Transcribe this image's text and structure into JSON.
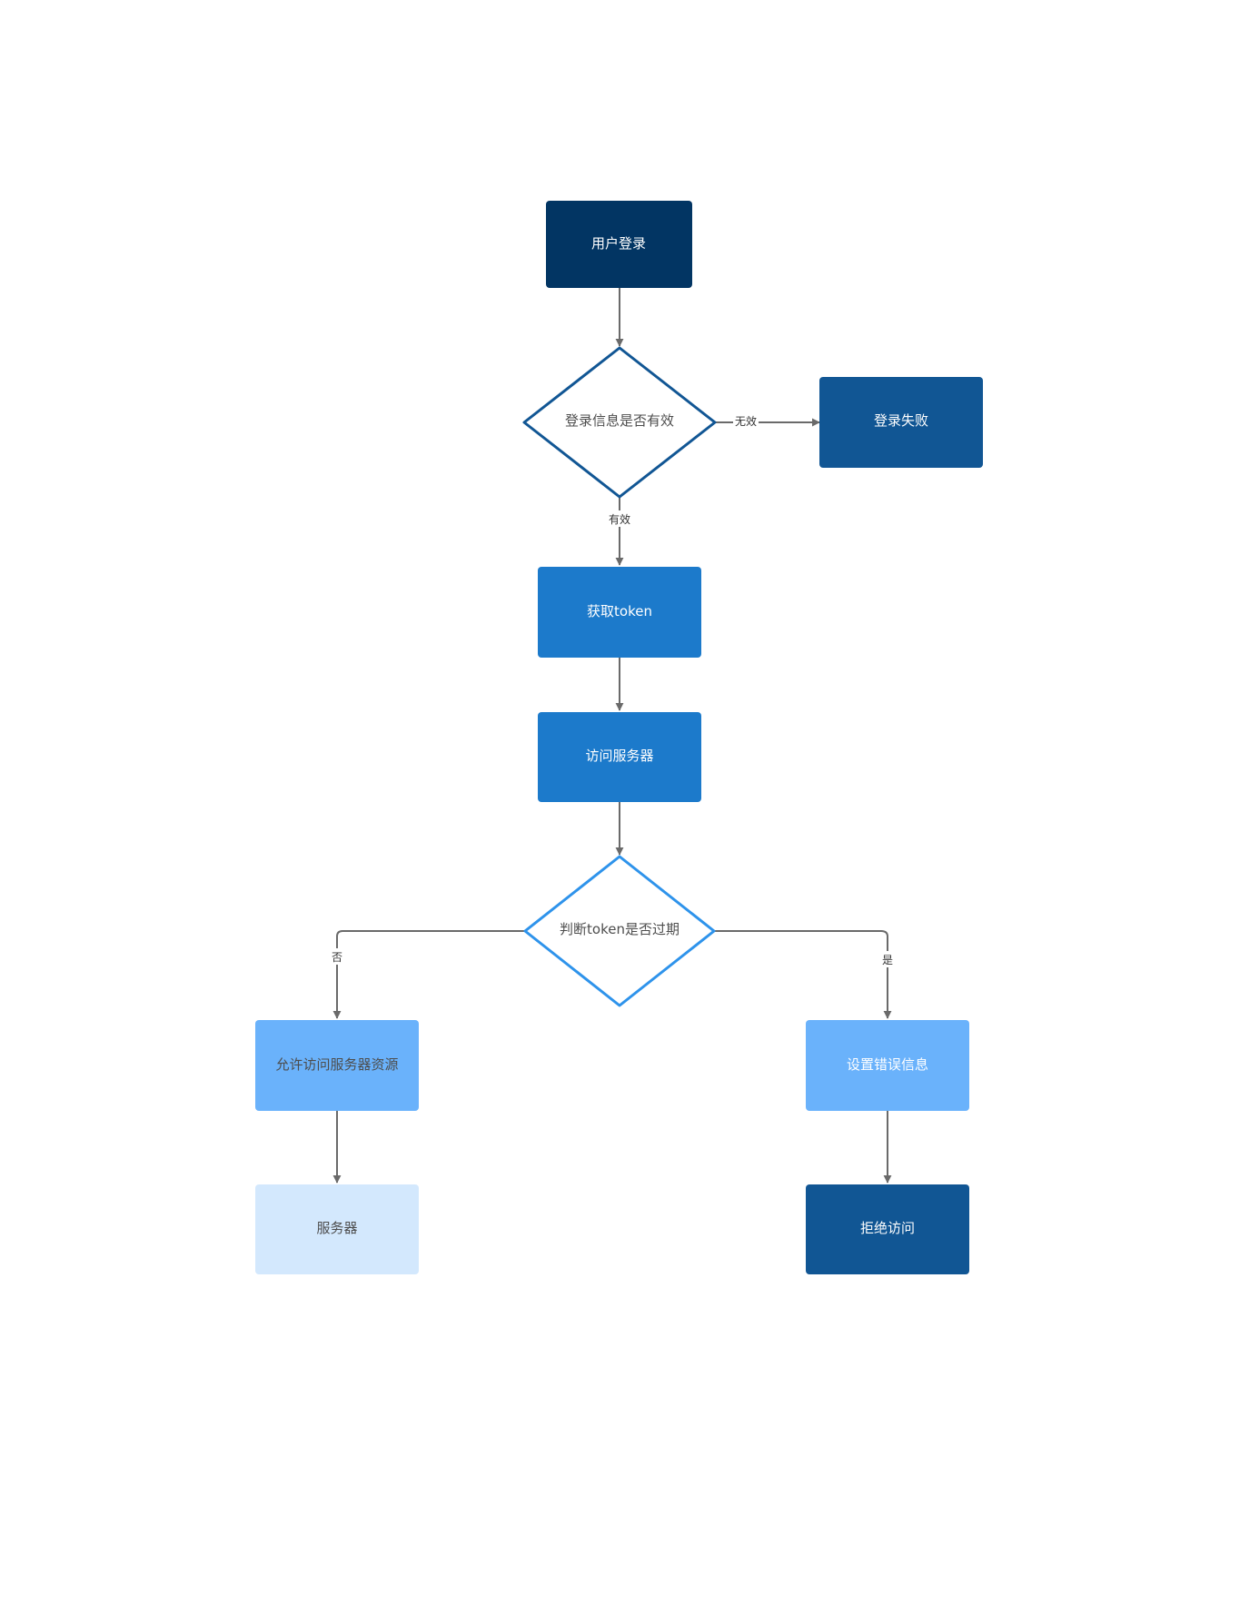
{
  "colors": {
    "dark_navy": "#023563",
    "dark_blue": "#115694",
    "mid_blue": "#1C7ACB",
    "light_blue": "#6AB2FB",
    "pale_blue": "#D3E8FD",
    "diamond_dark": "#115694",
    "diamond_light": "#2E93EB",
    "edge": "#6A6A6A",
    "text_light": "#FFFFFF",
    "text_dark": "#4D4D4D"
  },
  "nodes": {
    "login": "用户登录",
    "check_login": "登录信息是否有效",
    "login_failed": "登录失败",
    "get_token": "获取token",
    "visit_server": "访问服务器",
    "check_token": "判断token是否过期",
    "allow_access": "允许访问服务器资源",
    "server": "服务器",
    "set_error": "设置错误信息",
    "deny_access": "拒绝访问"
  },
  "edge_labels": {
    "invalid": "无效",
    "valid": "有效",
    "no": "否",
    "yes": "是"
  }
}
